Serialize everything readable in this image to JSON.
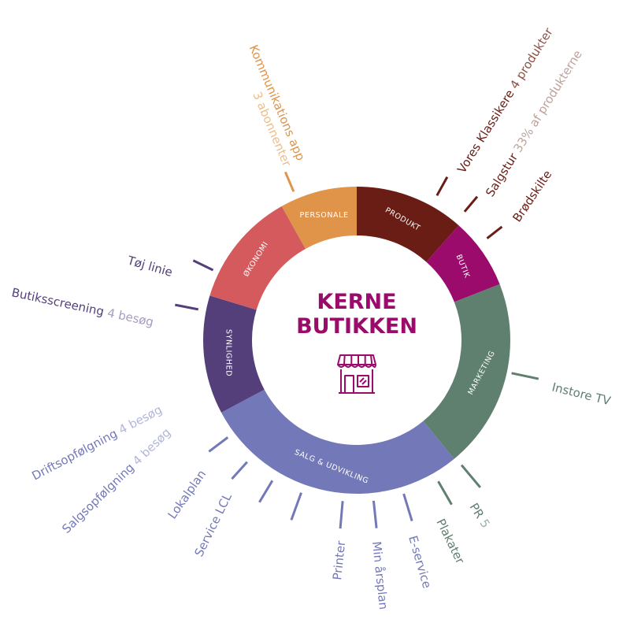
{
  "center": {
    "line1": "KERNE",
    "line2": "BUTIKKEN",
    "icon": "storefront-icon",
    "color": "#9b0b6c"
  },
  "segments": [
    {
      "id": "produkt",
      "label": "PRODUKT",
      "color": "#6a1d14",
      "value": 37
    },
    {
      "id": "butik",
      "label": "BUTIK",
      "color": "#9b0b6c",
      "value": 24
    },
    {
      "id": "marketing",
      "label": "MARKETING",
      "color": "#5f7f6f",
      "value": 64
    },
    {
      "id": "salg",
      "label": "SALG & UDVIKLING",
      "color": "#7379b8",
      "value": 90
    },
    {
      "id": "synlighed",
      "label": "SYNLIGHED",
      "color": "#543f7a",
      "value": 40
    },
    {
      "id": "okonomi",
      "label": "ØKONOMI",
      "color": "#d45a5d",
      "value": 39
    },
    {
      "id": "personale",
      "label": "PERSONALE",
      "color": "#e0944a",
      "value": 26
    }
  ],
  "items": [
    {
      "id": "kommunikations-app",
      "main": "Kommunikations app",
      "sub": "3 abonnenter",
      "color": "#e0944a",
      "sub_color": "#eebd8a"
    },
    {
      "id": "vores-klassikere",
      "main": "Vores Klassikere",
      "sub": "4 produkter",
      "color": "#6a1d14",
      "sub_color": "#8f5148"
    },
    {
      "id": "salgstur",
      "main": "Salgstur",
      "sub": "33% af produkterne",
      "color": "#6a1d14",
      "sub_color": "#c0a29c"
    },
    {
      "id": "brodskilte",
      "main": "Brødskilte",
      "sub": "",
      "color": "#6a1d14",
      "sub_color": "#6a1d14"
    },
    {
      "id": "instore-tv",
      "main": "Instore TV",
      "sub": "",
      "color": "#5f7f6f",
      "sub_color": "#5f7f6f"
    },
    {
      "id": "pr",
      "main": "PR",
      "sub": "5",
      "color": "#5f7f6f",
      "sub_color": "#9bb3a7"
    },
    {
      "id": "plakater",
      "main": "Plakater",
      "sub": "",
      "color": "#5f7f6f",
      "sub_color": "#5f7f6f"
    },
    {
      "id": "e-service",
      "main": "E-service",
      "sub": "",
      "color": "#7379b8",
      "sub_color": "#7379b8"
    },
    {
      "id": "min-arsplan",
      "main": "Min årsplan",
      "sub": "",
      "color": "#7379b8",
      "sub_color": "#7379b8"
    },
    {
      "id": "printer",
      "main": "Printer",
      "sub": "",
      "color": "#7379b8",
      "sub_color": "#7379b8"
    },
    {
      "id": "service-lcl",
      "main": "Service LCL",
      "sub": "",
      "color": "#7379b8",
      "sub_color": "#7379b8"
    },
    {
      "id": "lokalplan",
      "main": "Lokalplan",
      "sub": "",
      "color": "#7379b8",
      "sub_color": "#7379b8"
    },
    {
      "id": "salgsopfolgning",
      "main": "Salgsopfølgning",
      "sub": "4 besøg",
      "color": "#7379b8",
      "sub_color": "#b3b6dc"
    },
    {
      "id": "driftsopfolgning",
      "main": "Driftsopfølgning",
      "sub": "4 besøg",
      "color": "#7379b8",
      "sub_color": "#b3b6dc"
    },
    {
      "id": "butiksscreening",
      "main": "Butiksscreening",
      "sub": "4 besøg",
      "color": "#543f7a",
      "sub_color": "#a79cc0"
    },
    {
      "id": "toj-linie",
      "main": "Tøj linie",
      "sub": "",
      "color": "#543f7a",
      "sub_color": "#543f7a"
    }
  ]
}
